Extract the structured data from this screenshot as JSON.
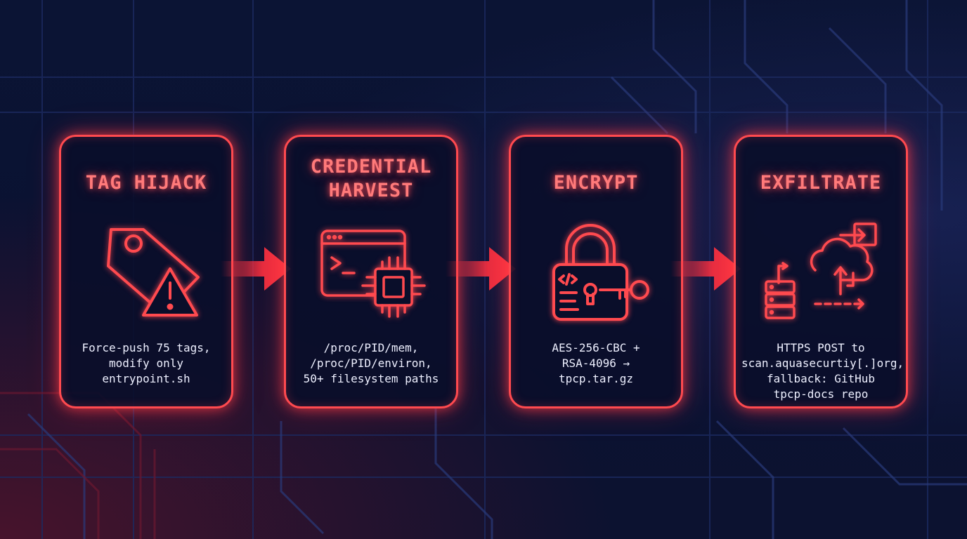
{
  "steps": [
    {
      "title": "TAG HIJACK",
      "icon": "tag-warning-icon",
      "description": "Force-push 75 tags,\nmodify only\nentrypoint.sh"
    },
    {
      "title": "CREDENTIAL\nHARVEST",
      "icon": "terminal-chip-icon",
      "description": "/proc/PID/mem,\n/proc/PID/environ,\n50+ filesystem paths"
    },
    {
      "title": "ENCRYPT",
      "icon": "padlock-key-icon",
      "description": "AES-256-CBC +\nRSA-4096 →\ntpcp.tar.gz"
    },
    {
      "title": "EXFILTRATE",
      "icon": "cloud-upload-icon",
      "description": "HTTPS POST to\nscan.aquasecurtiy[.]org,\nfallback: GitHub\ntpcp-docs repo"
    }
  ],
  "colors": {
    "accent": "#ff4a4f",
    "background": "#0a1230",
    "text": "#eef0ff"
  }
}
